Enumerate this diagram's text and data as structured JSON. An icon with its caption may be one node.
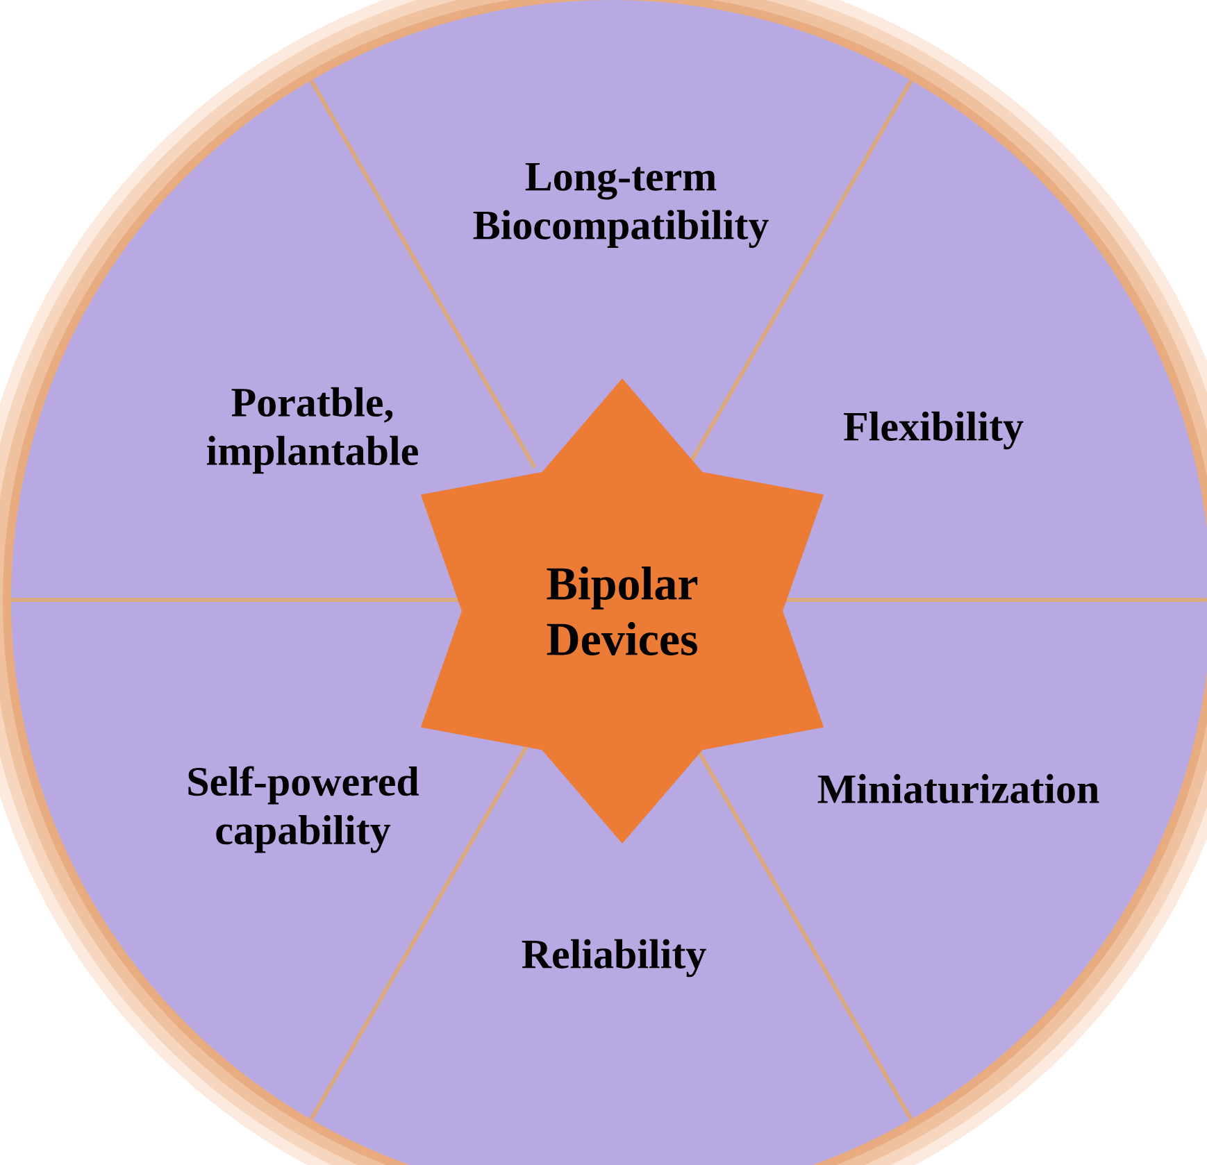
{
  "diagram": {
    "nodes": [
      {
        "text": [
          "Long-term Biocompatibility"
        ]
      },
      {
        "text": [
          "Poratble, implantable"
        ]
      },
      {
        "text": [
          "Flexibility"
        ]
      },
      {
        "text": [
          "Bipolar Devices"
        ]
      },
      {
        "text": [
          "Self-powered capability"
        ]
      },
      {
        "text": [
          "Miniaturization"
        ]
      },
      {
        "text": [
          "Reliability"
        ]
      }
    ]
  }
}
